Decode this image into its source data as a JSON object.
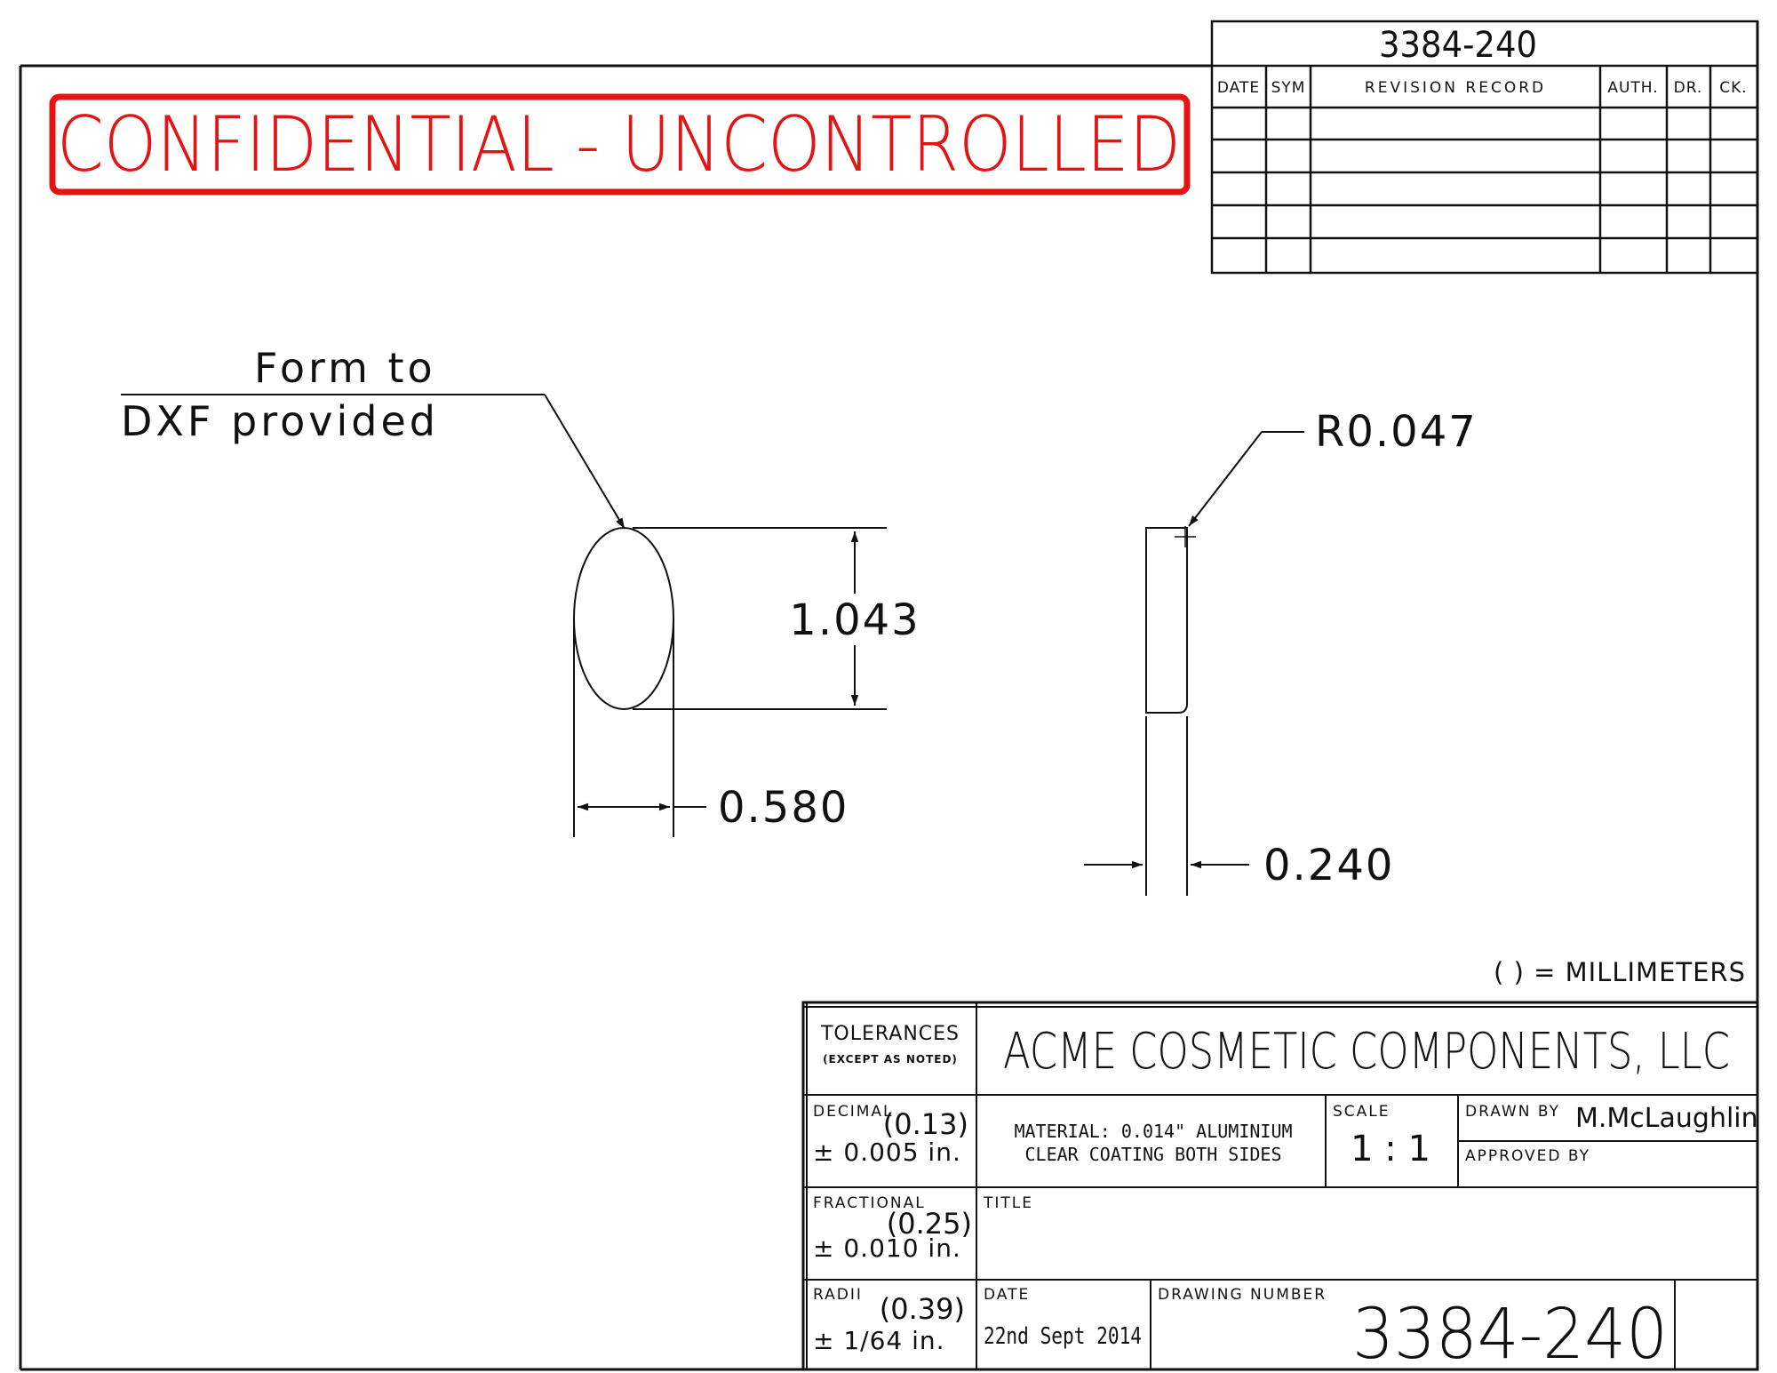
{
  "colors": {
    "line": "#111111",
    "stamp": "#e41414",
    "paper": "#ffffff"
  },
  "revision_block": {
    "drawing_number": "3384-240",
    "headers": {
      "date": "DATE",
      "sym": "SYM",
      "record": "REVISION RECORD",
      "auth": "AUTH.",
      "dr": "DR.",
      "ck": "CK."
    }
  },
  "stamp": {
    "text": "CONFIDENTIAL - UNCONTROLLED"
  },
  "drawing": {
    "note_line1": "Form to",
    "note_line2": "DXF provided",
    "dim_height": "1.043",
    "dim_width": "0.580",
    "dim_radius": "R0.047",
    "dim_thickness": "0.240",
    "units_note": "( ) = MILLIMETERS"
  },
  "title_block": {
    "tolerances": "TOLERANCES",
    "except_note": "(EXCEPT AS NOTED)",
    "company": "ACME COSMETIC COMPONENTS, LLC",
    "decimal_label": "DECIMAL",
    "decimal_mm": "(0.13)",
    "decimal_tol": "± 0.005 in.",
    "material_line1": "MATERIAL: 0.014\" ALUMINIUM",
    "material_line2": "CLEAR COATING BOTH SIDES",
    "scale_label": "SCALE",
    "scale_value": "1 : 1",
    "drawn_by_label": "DRAWN BY",
    "drawn_by": "M.McLaughlin",
    "approved_by_label": "APPROVED BY",
    "fractional_label": "FRACTIONAL",
    "fractional_mm": "(0.25)",
    "fractional_tol": "± 0.010 in.",
    "title_label": "TITLE",
    "radii_label": "RADII",
    "radii_mm": "(0.39)",
    "radii_tol": "± 1/64 in.",
    "date_label": "DATE",
    "date_value": "22nd Sept 2014",
    "drawing_number_label": "DRAWING NUMBER",
    "drawing_number": "3384-240"
  }
}
